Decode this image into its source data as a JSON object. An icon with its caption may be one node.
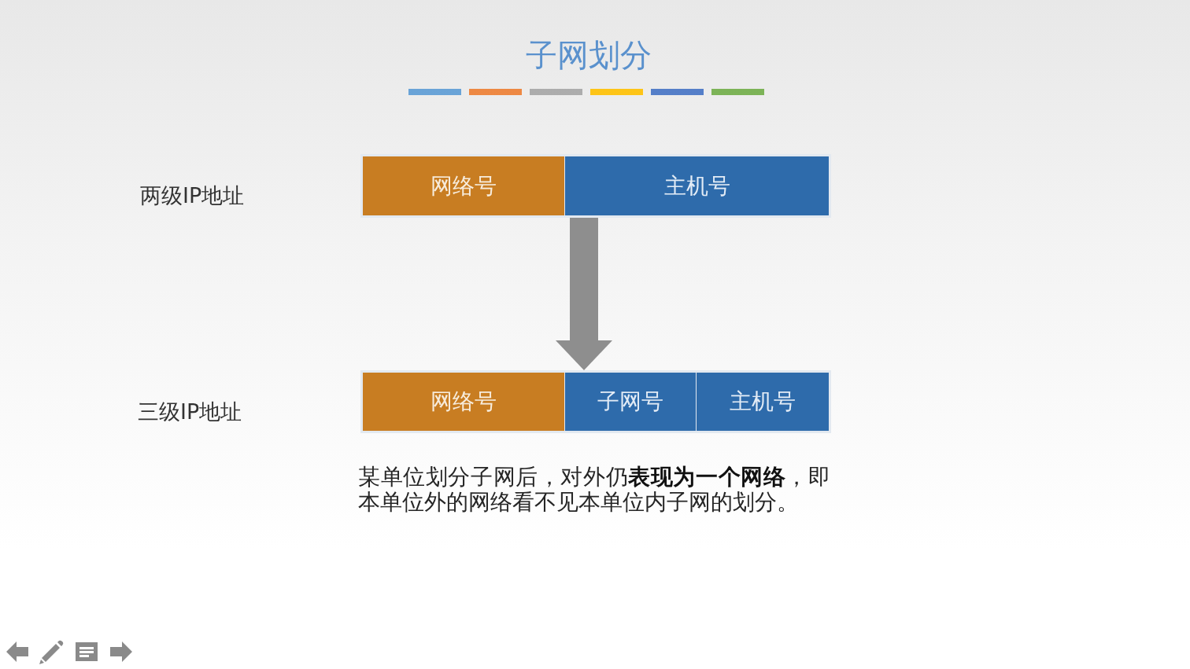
{
  "diagram": {
    "title": "子网划分",
    "nodes": [
      {
        "text": [],
        "shape": "bar"
      },
      {
        "text": [
          "网络号"
        ],
        "in": 0
      },
      {
        "text": [
          "主机号"
        ],
        "in": 0
      },
      {
        "text": [],
        "shape": "bar"
      },
      {
        "text": [
          "网络号"
        ],
        "in": 3
      },
      {
        "text": [
          "子网号"
        ],
        "in": 3
      },
      {
        "text": [
          "主机号"
        ],
        "in": 3
      }
    ],
    "edges": [
      {
        "from": 0,
        "to": 3,
        "arrow": "to"
      }
    ],
    "labels": [
      "两级IP地址",
      "三级IP地址",
      "某单位划分子网后，对外仍**表现为一个网络**，即本单位外的网络看不见本单位内子网的划分。"
    ]
  }
}
